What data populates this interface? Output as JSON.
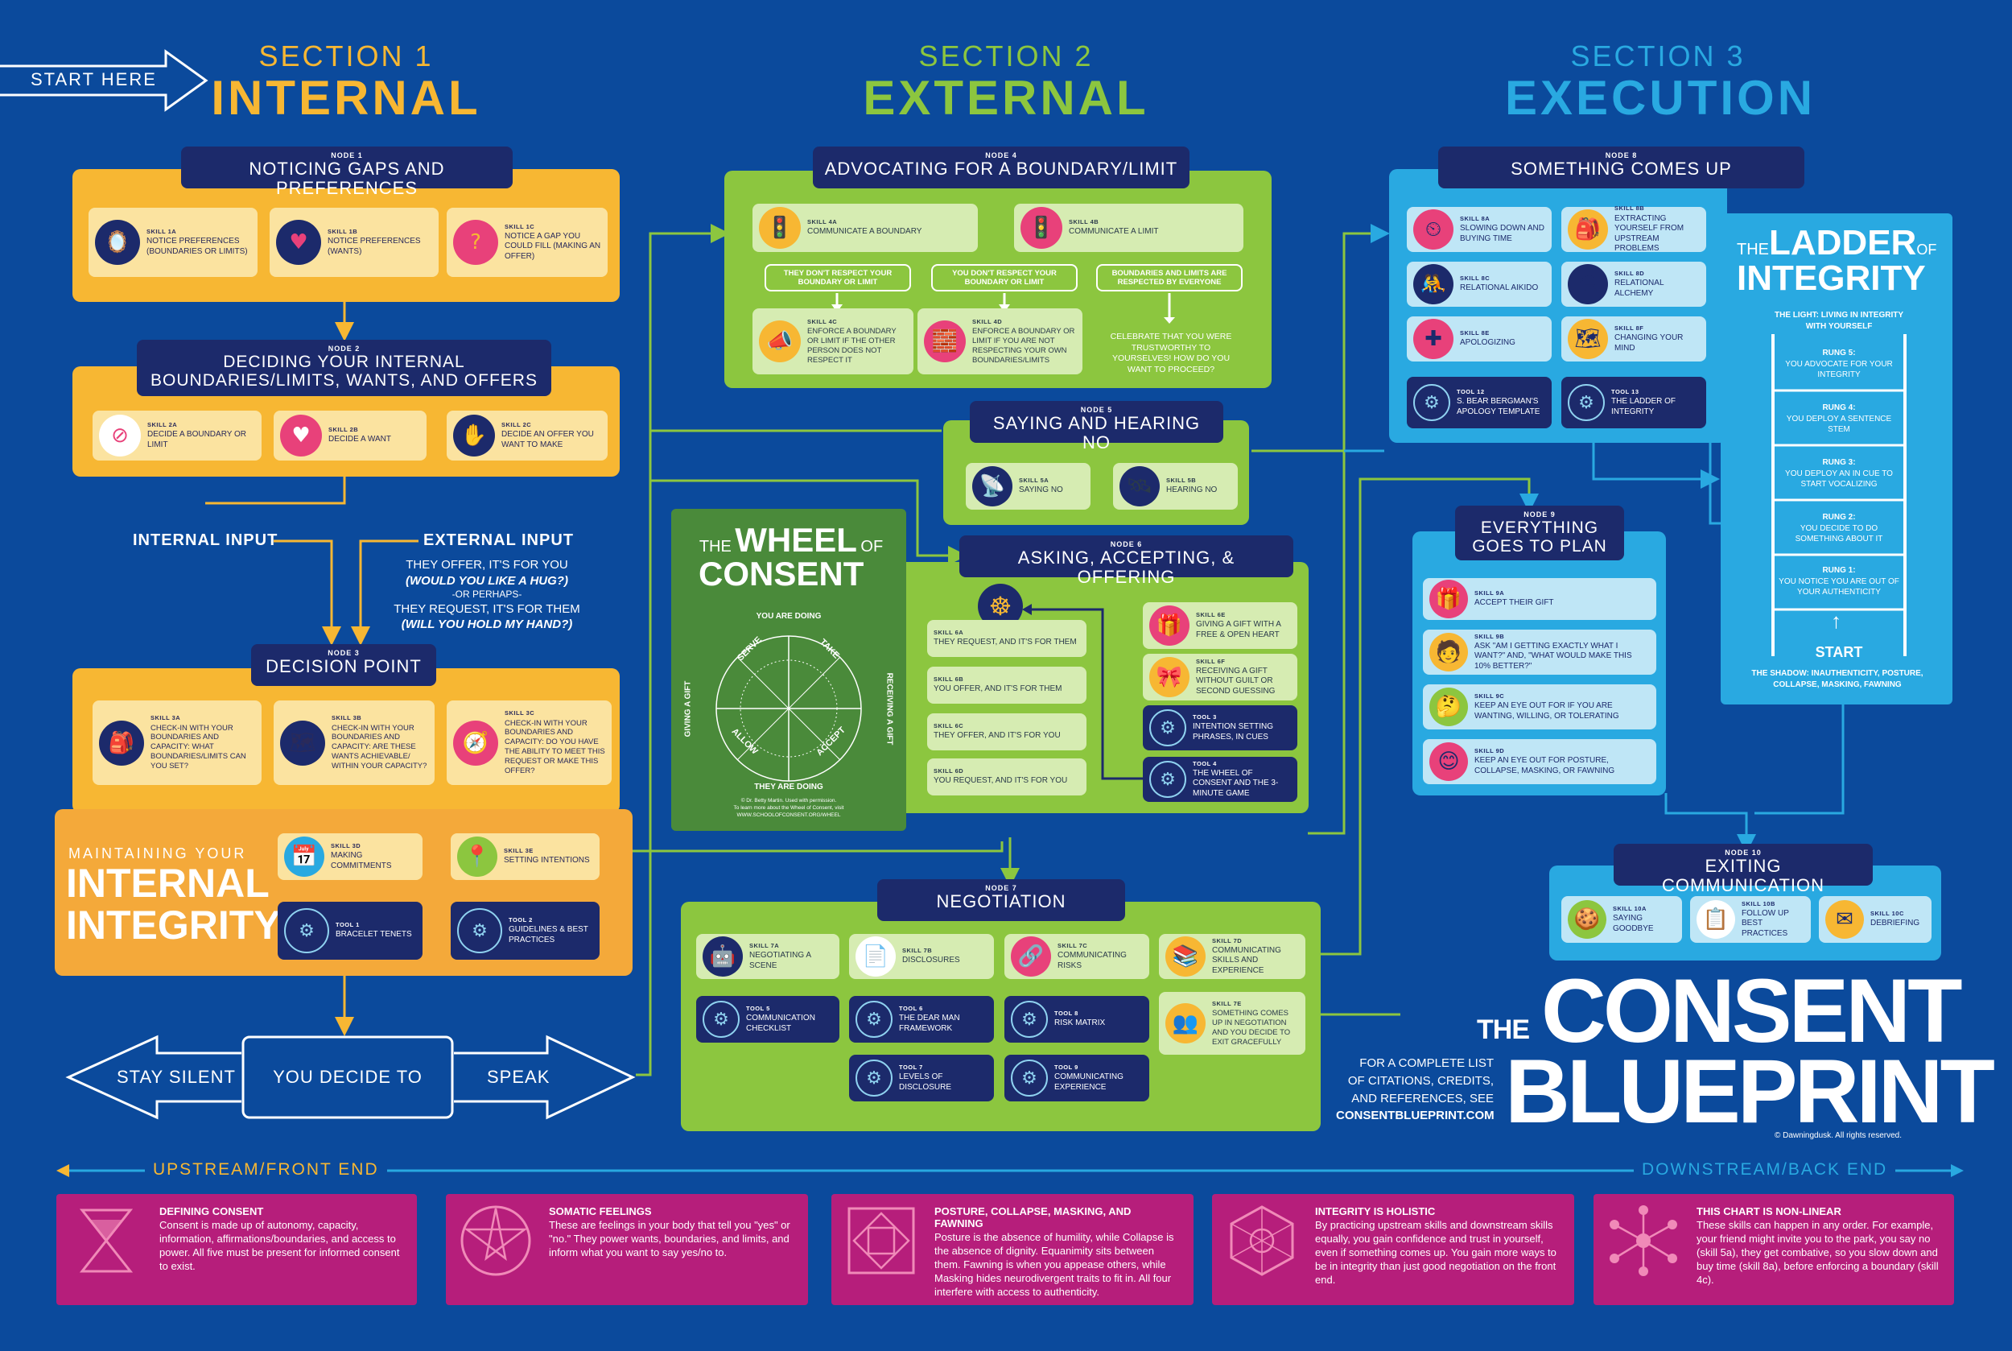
{
  "start": {
    "label": "START HERE"
  },
  "sections": [
    {
      "num": "SECTION 1",
      "name": "INTERNAL",
      "color": "#f7b733"
    },
    {
      "num": "SECTION 2",
      "name": "EXTERNAL",
      "color": "#8cc63f"
    },
    {
      "num": "SECTION 3",
      "name": "EXECUTION",
      "color": "#29a9e1"
    }
  ],
  "node1": {
    "num": "NODE 1",
    "title": "NOTICING GAPS AND PREFERENCES",
    "skills": [
      {
        "code": "SKILL 1A",
        "text": "NOTICE PREFERENCES (BOUNDARIES OR LIMITS)",
        "icon": "mirror-icon"
      },
      {
        "code": "SKILL 1B",
        "text": "NOTICE PREFERENCES (WANTS)",
        "icon": "heart-icon"
      },
      {
        "code": "SKILL 1C",
        "text": "NOTICE A GAP YOU COULD FILL (MAKING AN OFFER)",
        "icon": "question-icon"
      }
    ]
  },
  "node2": {
    "num": "NODE 2",
    "title": "DECIDING YOUR INTERNAL BOUNDARIES/LIMITS, WANTS, AND OFFERS",
    "skills": [
      {
        "code": "SKILL 2A",
        "text": "DECIDE A BOUNDARY OR LIMIT",
        "icon": "no-sign-icon"
      },
      {
        "code": "SKILL 2B",
        "text": "DECIDE A WANT",
        "icon": "heart-icon"
      },
      {
        "code": "SKILL 2C",
        "text": "DECIDE AN OFFER YOU WANT TO MAKE",
        "icon": "hand-heart-icon"
      }
    ]
  },
  "inputs": {
    "internal": "INTERNAL INPUT",
    "external": "EXTERNAL INPUT",
    "ext_l1": "THEY OFFER, IT'S FOR YOU",
    "ext_l2": "(WOULD YOU LIKE A HUG?)",
    "ext_l3": "-OR PERHAPS-",
    "ext_l4": "THEY REQUEST, IT'S FOR THEM",
    "ext_l5": "(WILL YOU HOLD MY HAND?)"
  },
  "node3": {
    "num": "NODE 3",
    "title": "DECISION POINT",
    "skills": [
      {
        "code": "SKILL 3A",
        "text": "CHECK-IN WITH YOUR BOUNDARIES AND CAPACITY: WHAT BOUNDARIES/LIMITS CAN YOU SET?",
        "icon": "backpack-icon"
      },
      {
        "code": "SKILL 3B",
        "text": "CHECK-IN WITH YOUR BOUNDARIES AND CAPACITY: ARE THESE WANTS ACHIEVABLE/ WITHIN YOUR CAPACITY?",
        "icon": "map-icon"
      },
      {
        "code": "SKILL 3C",
        "text": "CHECK-IN WITH YOUR BOUNDARIES AND CAPACITY: DO YOU HAVE THE ABILITY TO MEET THIS REQUEST OR MAKE THIS OFFER?",
        "icon": "compass-icon"
      }
    ]
  },
  "maintain": {
    "pre": "MAINTAINING YOUR",
    "l1": "INTERNAL",
    "l2": "INTEGRITY",
    "skills": [
      {
        "code": "SKILL 3D",
        "text": "MAKING COMMITMENTS",
        "icon": "calendar-icon"
      },
      {
        "code": "SKILL 3E",
        "text": "SETTING INTENTIONS",
        "icon": "map-pin-icon"
      }
    ],
    "tools": [
      {
        "code": "TOOL 1",
        "text": "BRACELET TENETS"
      },
      {
        "code": "TOOL 2",
        "text": "GUIDELINES & BEST PRACTICES"
      }
    ]
  },
  "decide": {
    "left": "STAY SILENT",
    "mid": "YOU DECIDE TO",
    "right": "SPEAK"
  },
  "node4": {
    "num": "NODE 4",
    "title": "ADVOCATING FOR A BOUNDARY/LIMIT",
    "skills": [
      {
        "code": "SKILL 4A",
        "text": "COMMUNICATE A BOUNDARY",
        "icon": "traffic-light-icon"
      },
      {
        "code": "SKILL 4B",
        "text": "COMMUNICATE A LIMIT",
        "icon": "traffic-light-icon"
      }
    ],
    "branches": [
      "THEY DON'T RESPECT YOUR BOUNDARY OR LIMIT",
      "YOU DON'T RESPECT YOUR BOUNDARY OR LIMIT",
      "BOUNDARIES AND LIMITS ARE RESPECTED BY EVERYONE"
    ],
    "skills2": [
      {
        "code": "SKILL 4C",
        "text": "ENFORCE A BOUNDARY OR LIMIT IF THE OTHER PERSON DOES NOT RESPECT IT",
        "icon": "megaphone-icon"
      },
      {
        "code": "SKILL 4D",
        "text": "ENFORCE A BOUNDARY OR LIMIT IF YOU ARE NOT RESPECTING YOUR OWN BOUNDARIES/LIMITS",
        "icon": "gift-wall-icon"
      }
    ],
    "celebrate": "CELEBRATE THAT YOU WERE TRUSTWORTHY TO YOURSELVES! HOW DO YOU WANT TO PROCEED?"
  },
  "node5": {
    "num": "NODE 5",
    "title": "SAYING AND HEARING NO",
    "skills": [
      {
        "code": "SKILL 5A",
        "text": "SAYING NO",
        "icon": "radio-tower-icon"
      },
      {
        "code": "SKILL 5B",
        "text": "HEARING NO",
        "icon": "satellite-dish-icon"
      }
    ]
  },
  "wheel": {
    "the": "THE",
    "wheel": "WHEEL",
    "of": "OF",
    "consent": "CONSENT",
    "you_doing": "YOU ARE DOING",
    "they_doing": "THEY ARE DOING",
    "giving": "GIVING A GIFT",
    "receiving": "RECEIVING A GIFT",
    "serve": "SERVE",
    "take": "TAKE",
    "allow": "ALLOW",
    "accept": "ACCEPT",
    "credit1": "© Dr. Betty Martin. Used with permission.",
    "credit2": "To learn more about the Wheel of Consent, visit",
    "credit3": "WWW.SCHOOLOFCONSENT.ORG/WHEEL"
  },
  "node6": {
    "num": "NODE 6",
    "title": "ASKING, ACCEPTING, & OFFERING",
    "skills": [
      {
        "code": "SKILL 6A",
        "text": "THEY REQUEST, AND IT'S FOR THEM"
      },
      {
        "code": "SKILL 6B",
        "text": "YOU OFFER, AND IT'S FOR THEM"
      },
      {
        "code": "SKILL 6C",
        "text": "THEY OFFER, AND IT'S FOR YOU"
      },
      {
        "code": "SKILL 6D",
        "text": "YOU REQUEST, AND IT'S FOR YOU"
      }
    ],
    "right": [
      {
        "code": "SKILL 6E",
        "text": "GIVING A GIFT WITH A FREE & OPEN HEART",
        "icon": "gift-heart-icon"
      },
      {
        "code": "SKILL 6F",
        "text": "RECEIVING A GIFT WITHOUT GUILT OR SECOND GUESSING",
        "icon": "gift-icon"
      }
    ],
    "tools": [
      {
        "code": "TOOL 3",
        "text": "INTENTION SETTING PHRASES, IN CUES"
      },
      {
        "code": "TOOL 4",
        "text": "THE WHEEL OF CONSENT AND THE 3-MINUTE GAME"
      }
    ]
  },
  "node7": {
    "num": "NODE 7",
    "title": "NEGOTIATION",
    "skills": [
      {
        "code": "SKILL 7A",
        "text": "NEGOTIATING A SCENE",
        "icon": "robot-icon"
      },
      {
        "code": "SKILL 7B",
        "text": "DISCLOSURES",
        "icon": "document-icon"
      },
      {
        "code": "SKILL 7C",
        "text": "COMMUNICATING RISKS",
        "icon": "chain-link-icon"
      },
      {
        "code": "SKILL 7D",
        "text": "COMMUNICATING SKILLS AND EXPERIENCE",
        "icon": "books-icon"
      }
    ],
    "skill7e": {
      "code": "SKILL 7E",
      "text": "SOMETHING COMES UP IN NEGOTIATION AND YOU DECIDE TO EXIT GRACEFULLY",
      "icon": "group-icon"
    },
    "tools": [
      {
        "code": "TOOL 5",
        "text": "COMMUNICATION CHECKLIST"
      },
      {
        "code": "TOOL 6",
        "text": "THE DEAR MAN FRAMEWORK"
      },
      {
        "code": "TOOL 8",
        "text": "RISK MATRIX"
      },
      {
        "code": "TOOL 7",
        "text": "LEVELS OF DISCLOSURE"
      },
      {
        "code": "TOOL 9",
        "text": "COMMUNICATING EXPERIENCE"
      }
    ]
  },
  "node8": {
    "num": "NODE 8",
    "title": "SOMETHING COMES UP",
    "skills": [
      {
        "code": "SKILL 8A",
        "text": "SLOWING DOWN AND BUYING TIME",
        "icon": "speedometer-icon"
      },
      {
        "code": "SKILL 8B",
        "text": "EXTRACTING YOURSELF FROM UPSTREAM PROBLEMS",
        "icon": "backpack-icon"
      },
      {
        "code": "SKILL 8C",
        "text": "RELATIONAL AIKIDO",
        "icon": "people-icon"
      },
      {
        "code": "SKILL 8D",
        "text": "RELATIONAL ALCHEMY",
        "icon": "flask-icon"
      },
      {
        "code": "SKILL 8E",
        "text": "APOLOGIZING",
        "icon": "first-aid-icon"
      },
      {
        "code": "SKILL 8F",
        "text": "CHANGING YOUR MIND",
        "icon": "map-icon"
      }
    ],
    "tools": [
      {
        "code": "TOOL 12",
        "text": "S. BEAR BERGMAN'S APOLOGY TEMPLATE"
      },
      {
        "code": "TOOL 13",
        "text": "THE LADDER OF INTEGRITY"
      }
    ]
  },
  "ladder": {
    "the": "THE",
    "ladder": "LADDER",
    "of": "OF",
    "integrity": "INTEGRITY",
    "light": "THE LIGHT: LIVING IN INTEGRITY WITH YOURSELF",
    "rungs": [
      {
        "label": "RUNG 5:",
        "text": "YOU ADVOCATE FOR YOUR INTEGRITY"
      },
      {
        "label": "RUNG 4:",
        "text": "YOU DEPLOY A SENTENCE STEM"
      },
      {
        "label": "RUNG 3:",
        "text": "YOU DEPLOY AN IN CUE TO START VOCALIZING"
      },
      {
        "label": "RUNG 2:",
        "text": "YOU DECIDE TO DO SOMETHING ABOUT IT"
      },
      {
        "label": "RUNG 1:",
        "text": "YOU NOTICE YOU ARE OUT OF YOUR AUTHENTICITY"
      }
    ],
    "start": "START",
    "shadow": "THE SHADOW: INAUTHENTICITY, POSTURE, COLLAPSE, MASKING, FAWNING"
  },
  "node9": {
    "num": "NODE 9",
    "title": "EVERYTHING GOES TO PLAN",
    "skills": [
      {
        "code": "SKILL 9A",
        "text": "ACCEPT THEIR GIFT",
        "icon": "gift-icon"
      },
      {
        "code": "SKILL 9B",
        "text": "ASK \"AM I GETTING EXACTLY WHAT I WANT?\" AND, \"WHAT WOULD MAKE THIS 10% BETTER?\"",
        "icon": "person-icon"
      },
      {
        "code": "SKILL 9C",
        "text": "KEEP AN EYE OUT FOR IF YOU ARE WANTING, WILLING, OR TOLERATING",
        "icon": "face-icon"
      },
      {
        "code": "SKILL 9D",
        "text": "KEEP AN EYE OUT FOR POSTURE, COLLAPSE, MASKING, OR FAWNING",
        "icon": "emoji-icon"
      }
    ]
  },
  "node10": {
    "num": "NODE 10",
    "title": "EXITING COMMUNICATION",
    "skills": [
      {
        "code": "SKILL 10A",
        "text": "SAYING GOODBYE",
        "icon": "cookie-icon"
      },
      {
        "code": "SKILL 10B",
        "text": "FOLLOW UP BEST PRACTICES",
        "icon": "clipboard-icon"
      },
      {
        "code": "SKILL 10C",
        "text": "DEBRIEFING",
        "icon": "envelope-icon"
      }
    ]
  },
  "brand": {
    "the": "THE",
    "consent": "CONSENT",
    "blueprint": "BLUEPRINT",
    "refs": [
      "FOR A COMPLETE LIST",
      "OF CITATIONS, CREDITS,",
      "AND REFERENCES, SEE"
    ],
    "url": "CONSENTBLUEPRINT.COM",
    "copyright": "© Dawningdusk. All rights reserved."
  },
  "stream": {
    "left": "UPSTREAM/FRONT END",
    "right": "DOWNSTREAM/BACK END"
  },
  "bottom": [
    {
      "title": "DEFINING CONSENT",
      "text": "Consent is made up of autonomy, capacity, information, affirmations/boundaries, and access to power. All five must be present for informed consent to exist.",
      "icon": "triangles-icon"
    },
    {
      "title": "SOMATIC FEELINGS",
      "text": "These are feelings in your body that tell you \"yes\" or \"no.\" They power wants, boundaries, and limits, and inform what you want to say yes/no to.",
      "icon": "star-circle-icon"
    },
    {
      "title": "POSTURE, COLLAPSE, MASKING, AND FAWNING",
      "text": "Posture is the absence of humility, while Collapse is the absence of dignity. Equanimity sits between them. Fawning is when you appease others, while Masking hides neurodivergent traits to fit in. All four interfere with access to authenticity.",
      "icon": "nested-squares-icon"
    },
    {
      "title": "INTEGRITY IS HOLISTIC",
      "text": "By practicing upstream skills and downstream skills equally, you gain confidence and trust in yourself, even if something comes up. You gain more ways to be in integrity than just good negotiation on the front end.",
      "icon": "hexagon-icon"
    },
    {
      "title": "THIS CHART IS NON-LINEAR",
      "text": "These skills can happen in any order. For example, your friend might invite you to the park, you say no (skill 5a), they get combative, so you slow down and buy time (skill 8a), before enforcing a boundary (skill 4c).",
      "icon": "network-icon"
    }
  ],
  "colors": {
    "bg": "#0b4a9c",
    "yellow": "#f7b733",
    "orange": "#f4a93a",
    "green": "#8cc63f",
    "darkgreen": "#4a8a3a",
    "blue": "#29a9e1",
    "navy": "#1c2a6b",
    "magenta": "#b61e7b"
  }
}
